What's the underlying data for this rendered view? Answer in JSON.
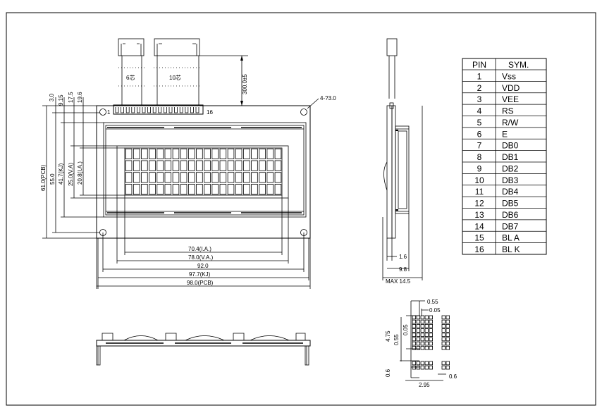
{
  "front_view": {
    "cable_labels": [
      "6芯",
      "10芯"
    ],
    "pin_first": "1",
    "pin_last": "16",
    "cable_length": "300.0±5",
    "hole_callout": "4-?3.0",
    "dims_bottom": [
      "70.4(I.A.)",
      "78.0(V.A.)",
      "92.0",
      "97.7(KJ)",
      "98.0(PCB)"
    ],
    "dims_top_small": [
      "3.0",
      "9.15",
      "17.5",
      "19.6"
    ],
    "dims_left": [
      "61.0(PCB)",
      "55.0",
      "41.7(KJ)",
      "25.0(V.A)",
      "20.8(I.A.)"
    ]
  },
  "side_view": {
    "dims": [
      "1.6",
      "9.8",
      "MAX 14.5"
    ]
  },
  "dot_detail": {
    "dims": [
      "0.55",
      "0.05",
      "4.75",
      "0.55",
      "0.05",
      "0.6",
      "2.95",
      "0.6"
    ]
  },
  "pin_table": {
    "headers": [
      "PIN",
      "SYM."
    ],
    "rows": [
      [
        "1",
        "Vss"
      ],
      [
        "2",
        "VDD"
      ],
      [
        "3",
        "VEE"
      ],
      [
        "4",
        "RS"
      ],
      [
        "5",
        "R/W"
      ],
      [
        "6",
        "E"
      ],
      [
        "7",
        "DB0"
      ],
      [
        "8",
        "DB1"
      ],
      [
        "9",
        "DB2"
      ],
      [
        "10",
        "DB3"
      ],
      [
        "11",
        "DB4"
      ],
      [
        "12",
        "DB5"
      ],
      [
        "13",
        "DB6"
      ],
      [
        "14",
        "DB7"
      ],
      [
        "15",
        "BL A"
      ],
      [
        "16",
        "BL K"
      ]
    ]
  }
}
